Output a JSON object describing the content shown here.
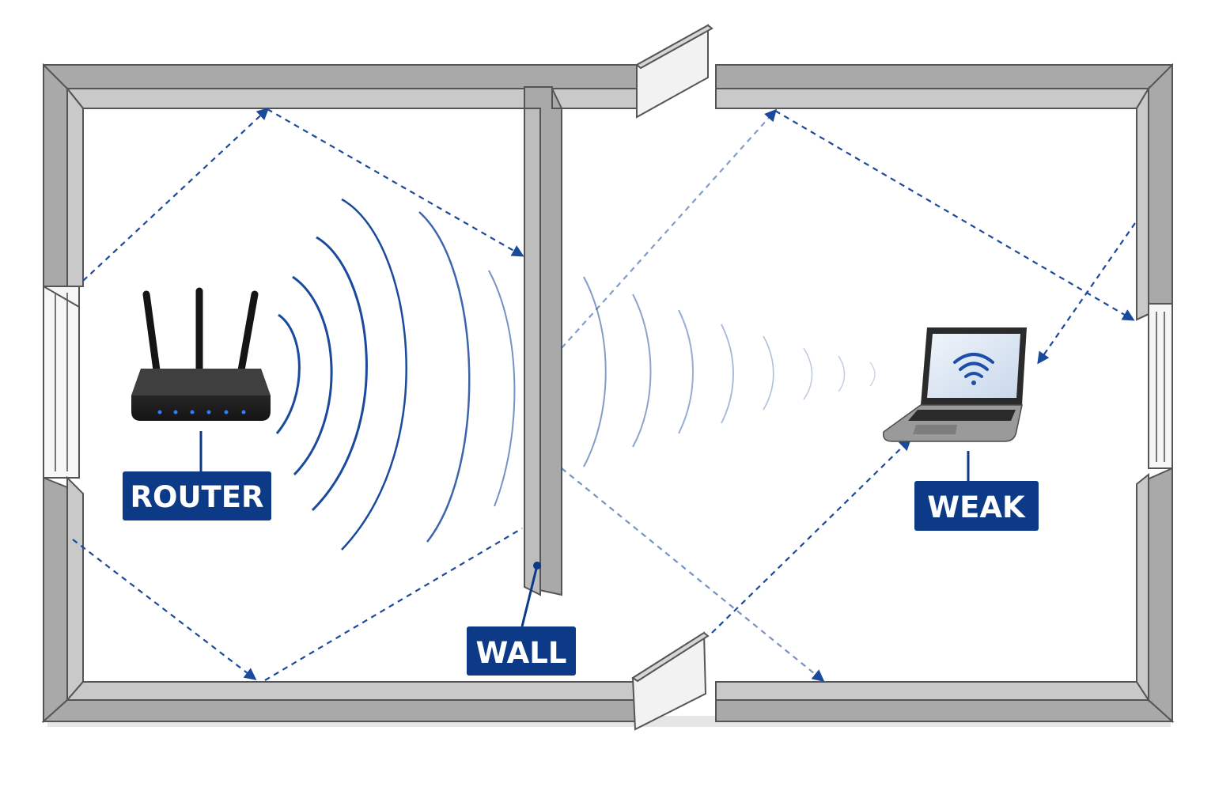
{
  "labels": {
    "router": "ROUTER",
    "wall": "WALL",
    "weak": "WEAK"
  },
  "colors": {
    "accent": "#0d3a86",
    "wall_fill": "#a9a9a9",
    "wall_top": "#c9c9c9",
    "wall_edge": "#555555",
    "signal": "#1a4a9c"
  },
  "icons": {
    "router": "router-icon",
    "laptop": "laptop-icon",
    "wifi": "wifi-icon"
  }
}
